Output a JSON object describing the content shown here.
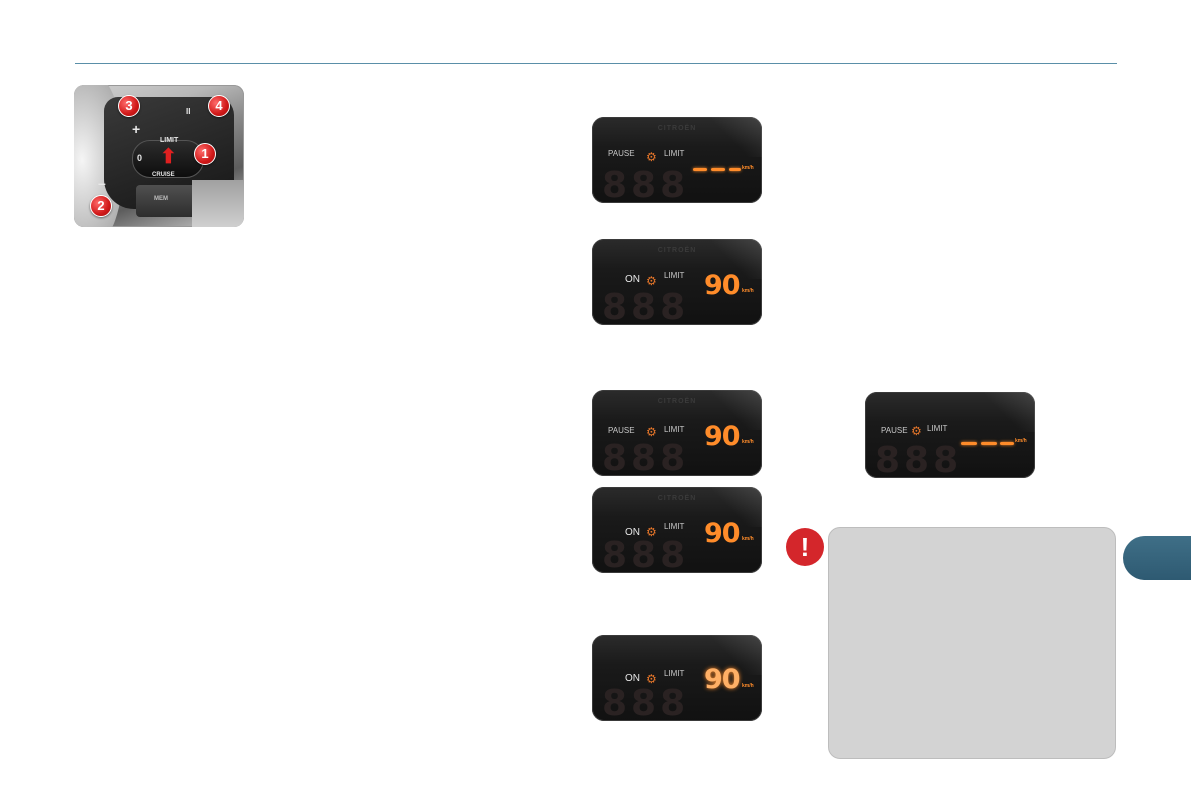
{
  "page": {
    "accent_color": "#5a8fa8",
    "tab_color": "#3f6f87"
  },
  "control": {
    "label_limit": "LIMIT",
    "label_cruise": "CRUISE",
    "label_zero": "0",
    "label_plus": "+",
    "label_minus": "–",
    "label_pause": "II",
    "label_mem": "MEM",
    "badges": [
      "1",
      "2",
      "3",
      "4"
    ]
  },
  "displays": [
    {
      "brand": "CITROËN",
      "pause": "PAUSE",
      "on": "",
      "limit": "LIMIT",
      "speed": "",
      "dashes": true,
      "unit": "km/h"
    },
    {
      "brand": "CITROËN",
      "pause": "",
      "on": "ON",
      "limit": "LIMIT",
      "speed": "90",
      "dashes": false,
      "unit": "km/h"
    },
    {
      "brand": "CITROËN",
      "pause": "PAUSE",
      "on": "",
      "limit": "LIMIT",
      "speed": "90",
      "dashes": false,
      "unit": "km/h"
    },
    {
      "brand": "CITROËN",
      "pause": "",
      "on": "ON",
      "limit": "LIMIT",
      "speed": "90",
      "dashes": false,
      "unit": "km/h"
    },
    {
      "brand": "",
      "pause": "",
      "on": "ON",
      "limit": "LIMIT",
      "speed": "90",
      "dashes": false,
      "unit": "km/h",
      "flashing": true
    },
    {
      "brand": "",
      "pause": "PAUSE",
      "on": "",
      "limit": "LIMIT",
      "speed": "",
      "dashes": true,
      "unit": "km/h"
    }
  ],
  "warning": {
    "icon": "!",
    "icon_name": "exclamation-icon",
    "color": "#d4262b"
  }
}
